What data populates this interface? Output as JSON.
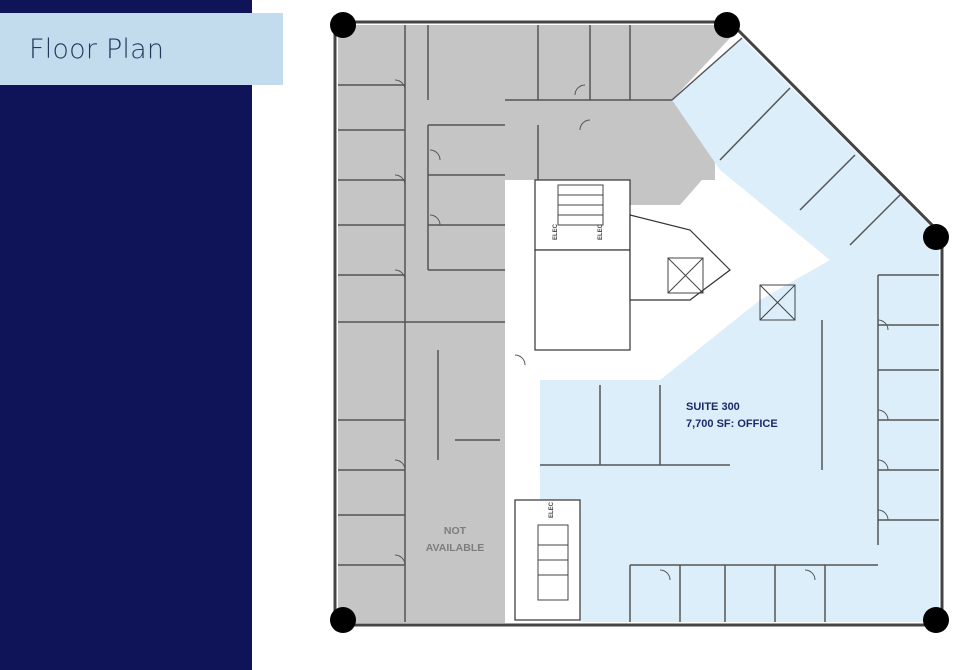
{
  "header": {
    "title": "Floor Plan"
  },
  "plan": {
    "suite_label": "SUITE 300",
    "suite_area": "7,700 SF: OFFICE",
    "not_available_line1": "NOT",
    "not_available_line2": "AVAILABLE",
    "elec_label": "ELEC"
  },
  "colors": {
    "sidebar": "#0f1358",
    "title_tab": "#c2dcee",
    "suite_fill": "#dceefa",
    "unavailable_fill": "#c5c5c5",
    "suite_text": "#1a2a6a",
    "unavailable_text": "#7d7d7d"
  }
}
